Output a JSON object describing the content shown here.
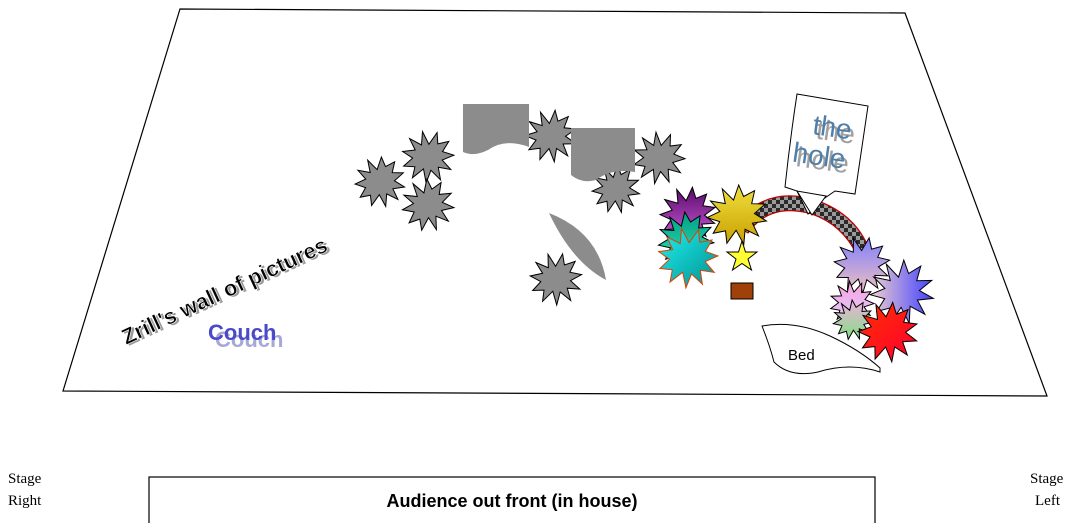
{
  "labels": {
    "wall_of_pictures": "Zrill's wall of pictures",
    "couch": "Couch",
    "couch_shadow": "Couch",
    "the_hole_line1": "the",
    "the_hole_line2": "hole",
    "bed": "Bed",
    "stage_right_line1": "Stage",
    "stage_right_line2": "Right",
    "stage_left_line1": "Stage",
    "stage_left_line2": "Left",
    "audience": "Audience out front (in house)"
  },
  "colors": {
    "gray_burst": "#8c8c8c",
    "gray_panel": "#8c8c8c",
    "couch_text": "#4a4ac8",
    "couch_shadow": "#a8a8d8",
    "hole_text": "#4f7fa8",
    "hole_text_shadow": "#a0a0a0",
    "star": "#ffff33",
    "box": "#a0410a",
    "arc_fill": "#808080",
    "burst_purple": "#7a1a8a",
    "burst_teal": "#00a99d",
    "burst_cyan": "#00c8d0",
    "burst_yellow": "#e0c020",
    "burst_lilac": "#b0a0e0",
    "burst_blue": "#6060ff",
    "burst_pink": "#f0b0d8",
    "burst_green": "#a0e0a0",
    "burst_red": "#ff2000"
  }
}
